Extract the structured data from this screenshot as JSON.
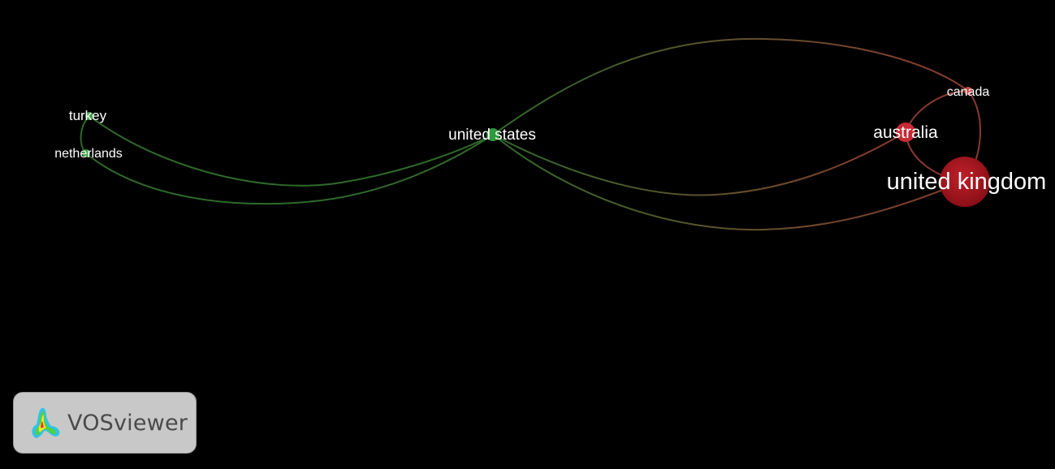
{
  "network": {
    "nodes": [
      {
        "id": "turkey",
        "label": "turkey",
        "color": "#3fa44a",
        "weight": 1
      },
      {
        "id": "netherlands",
        "label": "netherlands",
        "color": "#3fa44a",
        "weight": 1
      },
      {
        "id": "united-states",
        "label": "united states",
        "color": "#2e9a3c",
        "weight": 2
      },
      {
        "id": "australia",
        "label": "australia",
        "color": "#c62a33",
        "weight": 2
      },
      {
        "id": "canada",
        "label": "canada",
        "color": "#c94a4a",
        "weight": 1
      },
      {
        "id": "united-kingdom",
        "label": "united kingdom",
        "color": "#a3121c",
        "weight": 6
      }
    ],
    "links": [
      {
        "source": "turkey",
        "target": "united-states"
      },
      {
        "source": "netherlands",
        "target": "united-states"
      },
      {
        "source": "turkey",
        "target": "netherlands"
      },
      {
        "source": "united-states",
        "target": "canada"
      },
      {
        "source": "united-states",
        "target": "australia"
      },
      {
        "source": "united-states",
        "target": "united-kingdom"
      },
      {
        "source": "australia",
        "target": "canada"
      },
      {
        "source": "australia",
        "target": "united-kingdom"
      },
      {
        "source": "canada",
        "target": "united-kingdom"
      }
    ]
  },
  "logo": {
    "text": "VOSviewer",
    "icon": "vosviewer-density-logo-icon"
  }
}
